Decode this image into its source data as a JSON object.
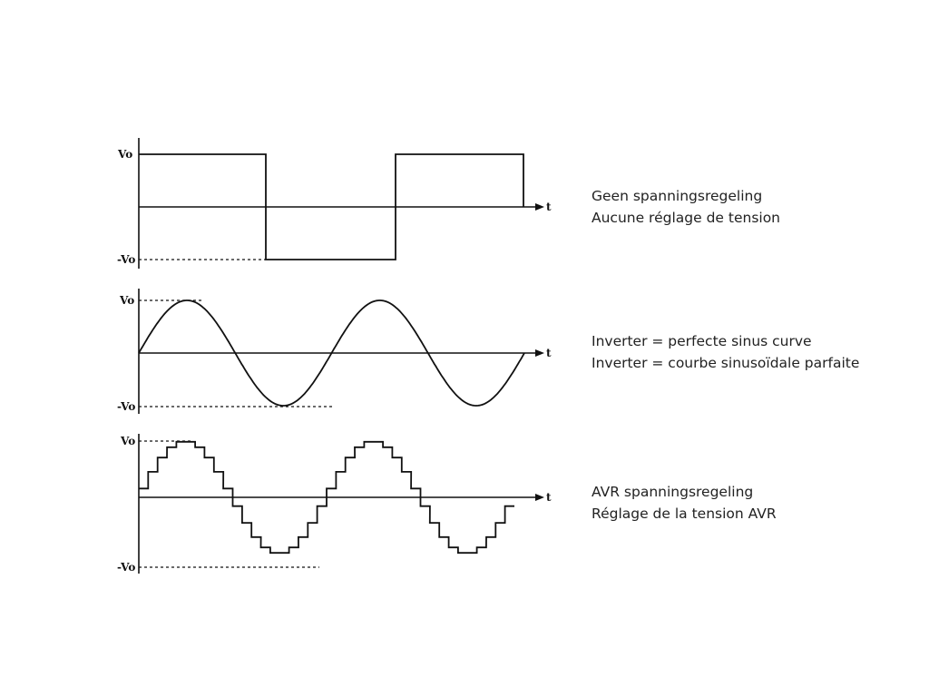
{
  "axis_labels": {
    "pos": "Vo",
    "neg": "-Vo",
    "time": "t"
  },
  "waveforms": [
    {
      "type": "square",
      "caption": [
        "Geen spanningsregeling",
        "Aucune réglage de tension"
      ]
    },
    {
      "type": "sine",
      "caption": [
        "Inverter = perfecte sinus curve",
        "Inverter = courbe sinusoïdale parfaite"
      ]
    },
    {
      "type": "stepped",
      "caption": [
        "AVR spanningsregeling",
        "Réglage de la tension AVR"
      ]
    }
  ],
  "colors": {
    "line": "#111111",
    "text": "#222222"
  }
}
